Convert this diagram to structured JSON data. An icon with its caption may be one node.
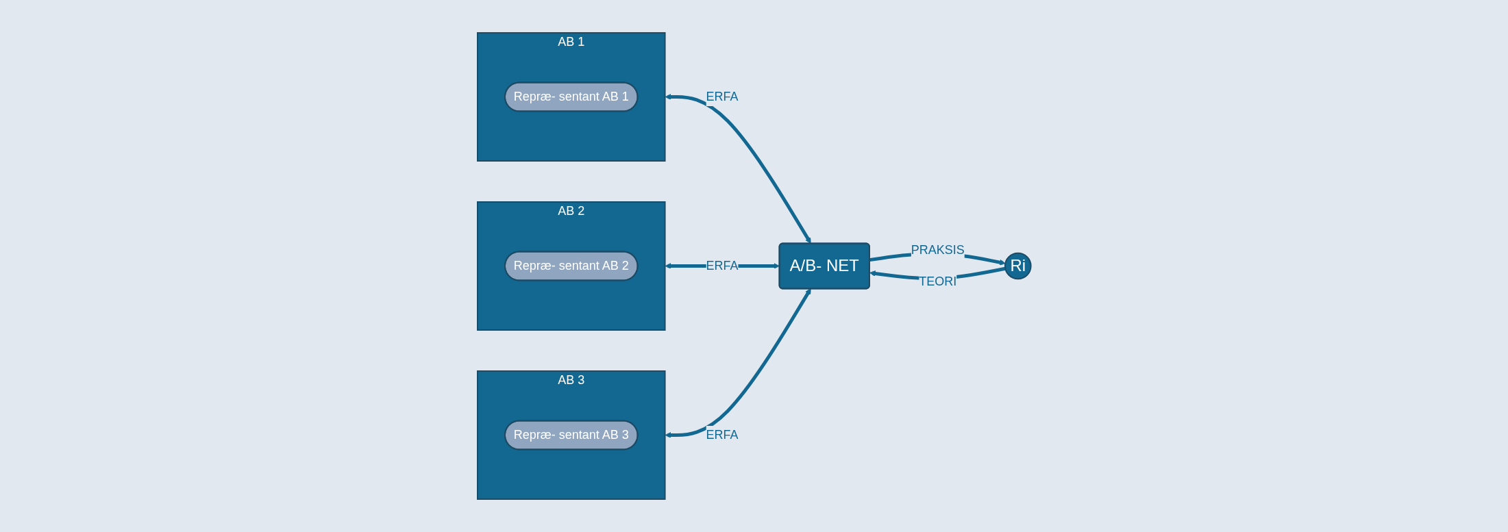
{
  "diagram": {
    "nodes": [
      {
        "text": [
          "AB 1"
        ]
      },
      {
        "text": [
          "Repræ- sentant AB 1"
        ],
        "in": 0
      },
      {
        "text": [
          "AB 2"
        ]
      },
      {
        "text": [
          "Repræ- sentant AB 2"
        ],
        "in": 2
      },
      {
        "text": [
          "A/B- NET"
        ]
      },
      {
        "text": [
          "AB 3"
        ]
      },
      {
        "text": [
          "Repræ- sentant AB 3"
        ],
        "in": 5
      },
      {
        "text": [
          "Ri"
        ]
      }
    ],
    "edges": [
      {
        "from": 0,
        "to": 4,
        "arrow": "both",
        "label": "ERFA"
      },
      {
        "from": 2,
        "to": 4,
        "arrow": "both",
        "label": "ERFA"
      },
      {
        "from": 5,
        "to": 4,
        "arrow": "both",
        "label": "ERFA"
      },
      {
        "from": 7,
        "to": 4,
        "arrow": "to",
        "label": "TEORI"
      },
      {
        "from": 4,
        "to": 7,
        "arrow": "to",
        "label": "PRAKSIS"
      }
    ]
  }
}
